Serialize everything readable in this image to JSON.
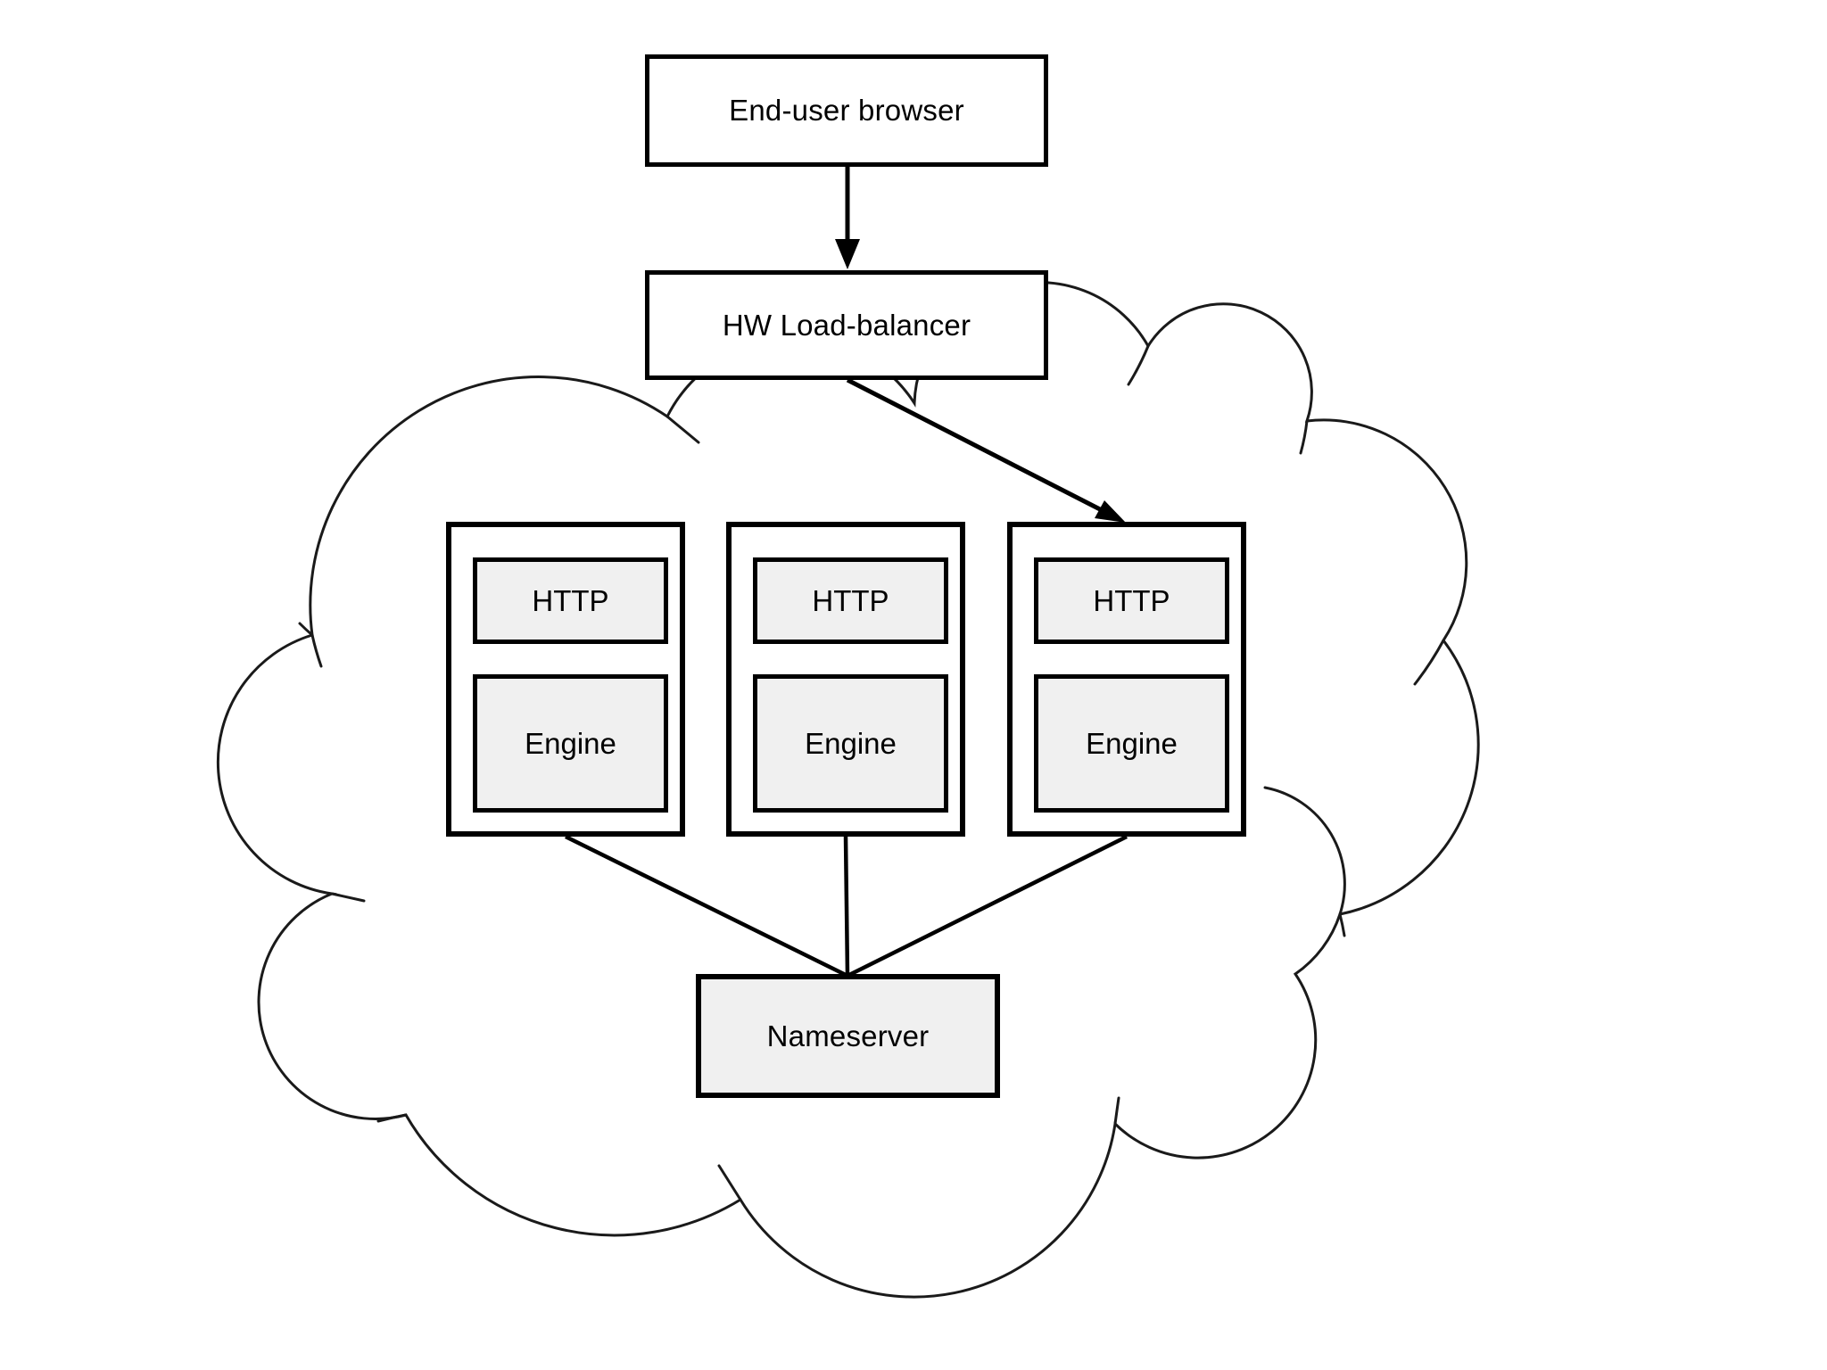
{
  "diagram": {
    "background": "#ffffff",
    "stroke_color": "#000000",
    "node_fill_white": "#ffffff",
    "node_fill_gray": "#f0f0f0",
    "nodes": {
      "browser": {
        "label": "End-user browser"
      },
      "load_balancer": {
        "label": "HW Load-balancer"
      },
      "servers": [
        {
          "components": [
            "HTTP",
            "Engine"
          ]
        },
        {
          "components": [
            "HTTP",
            "Engine"
          ]
        },
        {
          "components": [
            "HTTP",
            "Engine"
          ]
        }
      ],
      "nameserver": {
        "label": "Nameserver"
      },
      "cloud": {
        "meaning": "internet-cloud"
      }
    },
    "edges": [
      {
        "from": "End-user browser",
        "to": "HW Load-balancer",
        "arrow": true
      },
      {
        "from": "HW Load-balancer",
        "to": "server-3",
        "arrow": true
      },
      {
        "from": "server-1",
        "to": "Nameserver",
        "arrow": false
      },
      {
        "from": "server-2",
        "to": "Nameserver",
        "arrow": false
      },
      {
        "from": "server-3",
        "to": "Nameserver",
        "arrow": false
      }
    ]
  }
}
